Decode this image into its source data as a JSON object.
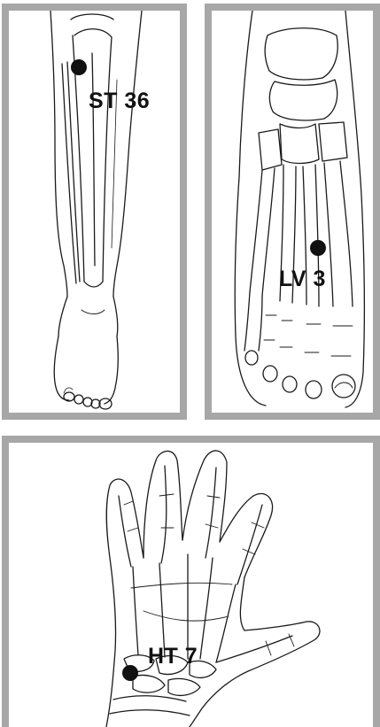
{
  "points": {
    "st36": {
      "label": "ST 36"
    },
    "lv3": {
      "label": "LV 3"
    },
    "ht7": {
      "label": "HT 7"
    }
  },
  "colors": {
    "frame": "#a7a7a7",
    "ink": "#1a1a1a",
    "point": "#111111"
  }
}
